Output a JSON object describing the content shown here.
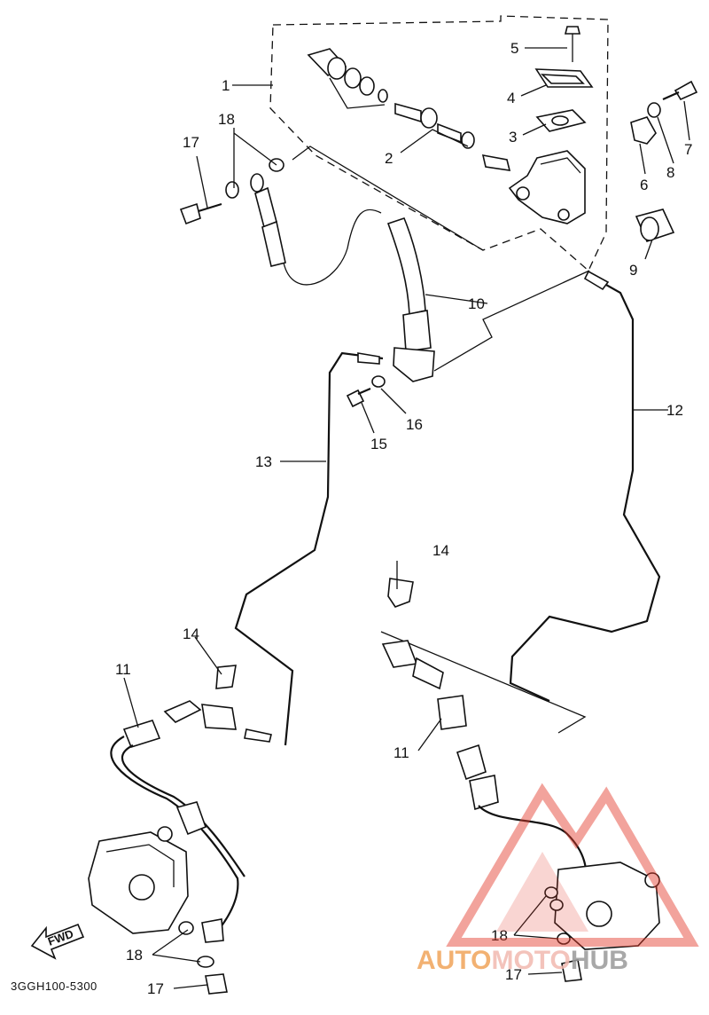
{
  "diagram": {
    "callouts": {
      "c1": "1",
      "c2": "2",
      "c3": "3",
      "c4": "4",
      "c5": "5",
      "c6": "6",
      "c7": "7",
      "c8": "8",
      "c9": "9",
      "c10": "10",
      "c11a": "11",
      "c11b": "11",
      "c12": "12",
      "c13": "13",
      "c14a": "14",
      "c14b": "14",
      "c15": "15",
      "c16": "16",
      "c17a": "17",
      "c17b": "17",
      "c17c": "17",
      "c18a": "18",
      "c18b": "18",
      "c18c": "18"
    },
    "fwd_label": "FWD",
    "drawing_code": "3GGH100-5300"
  },
  "watermark": {
    "part1": "AUTO",
    "part2": "MOTO",
    "part3": "HUB",
    "colors": {
      "auto": "#f0a45a",
      "moto": "#f2b9b0",
      "hub": "#9a9a9a",
      "triangle": "#e23a2a"
    }
  }
}
